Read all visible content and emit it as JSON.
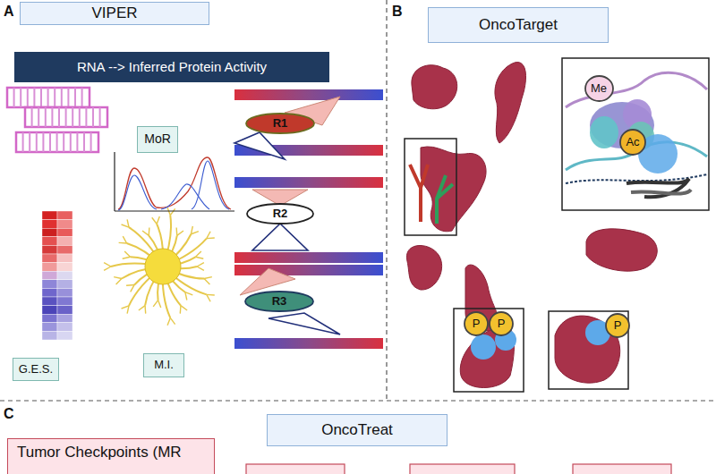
{
  "diagram": {
    "nodes": [
      {
        "text": [
          "VIPER"
        ]
      },
      {
        "text": [
          "RNA --> Inferred Protein Activity"
        ]
      },
      {
        "text": [
          "MoR"
        ]
      },
      {
        "text": [
          "G.E.S."
        ]
      },
      {
        "text": [
          "M.I."
        ]
      },
      {
        "text": [
          "R1"
        ]
      },
      {
        "text": [
          "R2"
        ]
      },
      {
        "text": [
          "R3"
        ]
      },
      {
        "text": [
          "OncoTarget"
        ]
      },
      {
        "text": [
          "Me"
        ]
      },
      {
        "text": [
          "Ac"
        ]
      },
      {
        "text": [
          "P"
        ]
      },
      {
        "text": [
          "P"
        ]
      },
      {
        "text": [
          "P"
        ]
      },
      {
        "text": [
          "OncoTreat"
        ]
      },
      {
        "text": [
          "Tumor Checkpoints (MR"
        ]
      }
    ],
    "labels": [
      "A",
      "B",
      "C"
    ]
  }
}
